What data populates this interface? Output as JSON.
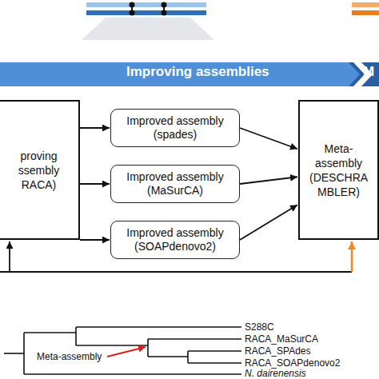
{
  "diagram": {
    "nodes": [
      {
        "text": [
          "proving ssembly RACA)"
        ]
      },
      {
        "text": [
          "Improved assembly (spades)"
        ]
      },
      {
        "text": [
          "Improved assembly (MaSurCA)"
        ]
      },
      {
        "text": [
          "Improved assembly (SOAPdenovo2)"
        ]
      },
      {
        "text": [
          "Meta- assembly (DESCHRA MBLER)"
        ]
      }
    ],
    "edges": [
      {
        "from": 0,
        "to": 1,
        "arrow": "to"
      },
      {
        "from": 0,
        "to": 2,
        "arrow": "to"
      },
      {
        "from": 0,
        "to": 3,
        "arrow": "to"
      },
      {
        "from": 1,
        "to": 4,
        "arrow": "to"
      },
      {
        "from": 2,
        "to": 4,
        "arrow": "to"
      },
      {
        "from": 3,
        "to": 4,
        "arrow": "to"
      }
    ],
    "labels": [
      "Improving assemblies",
      "M",
      "Meta-assembly",
      "S288C",
      "RACA_MaSurCA",
      "RACA_SPAdes",
      "RACA_SOAPdenovo2",
      "N. dairenensis"
    ]
  }
}
